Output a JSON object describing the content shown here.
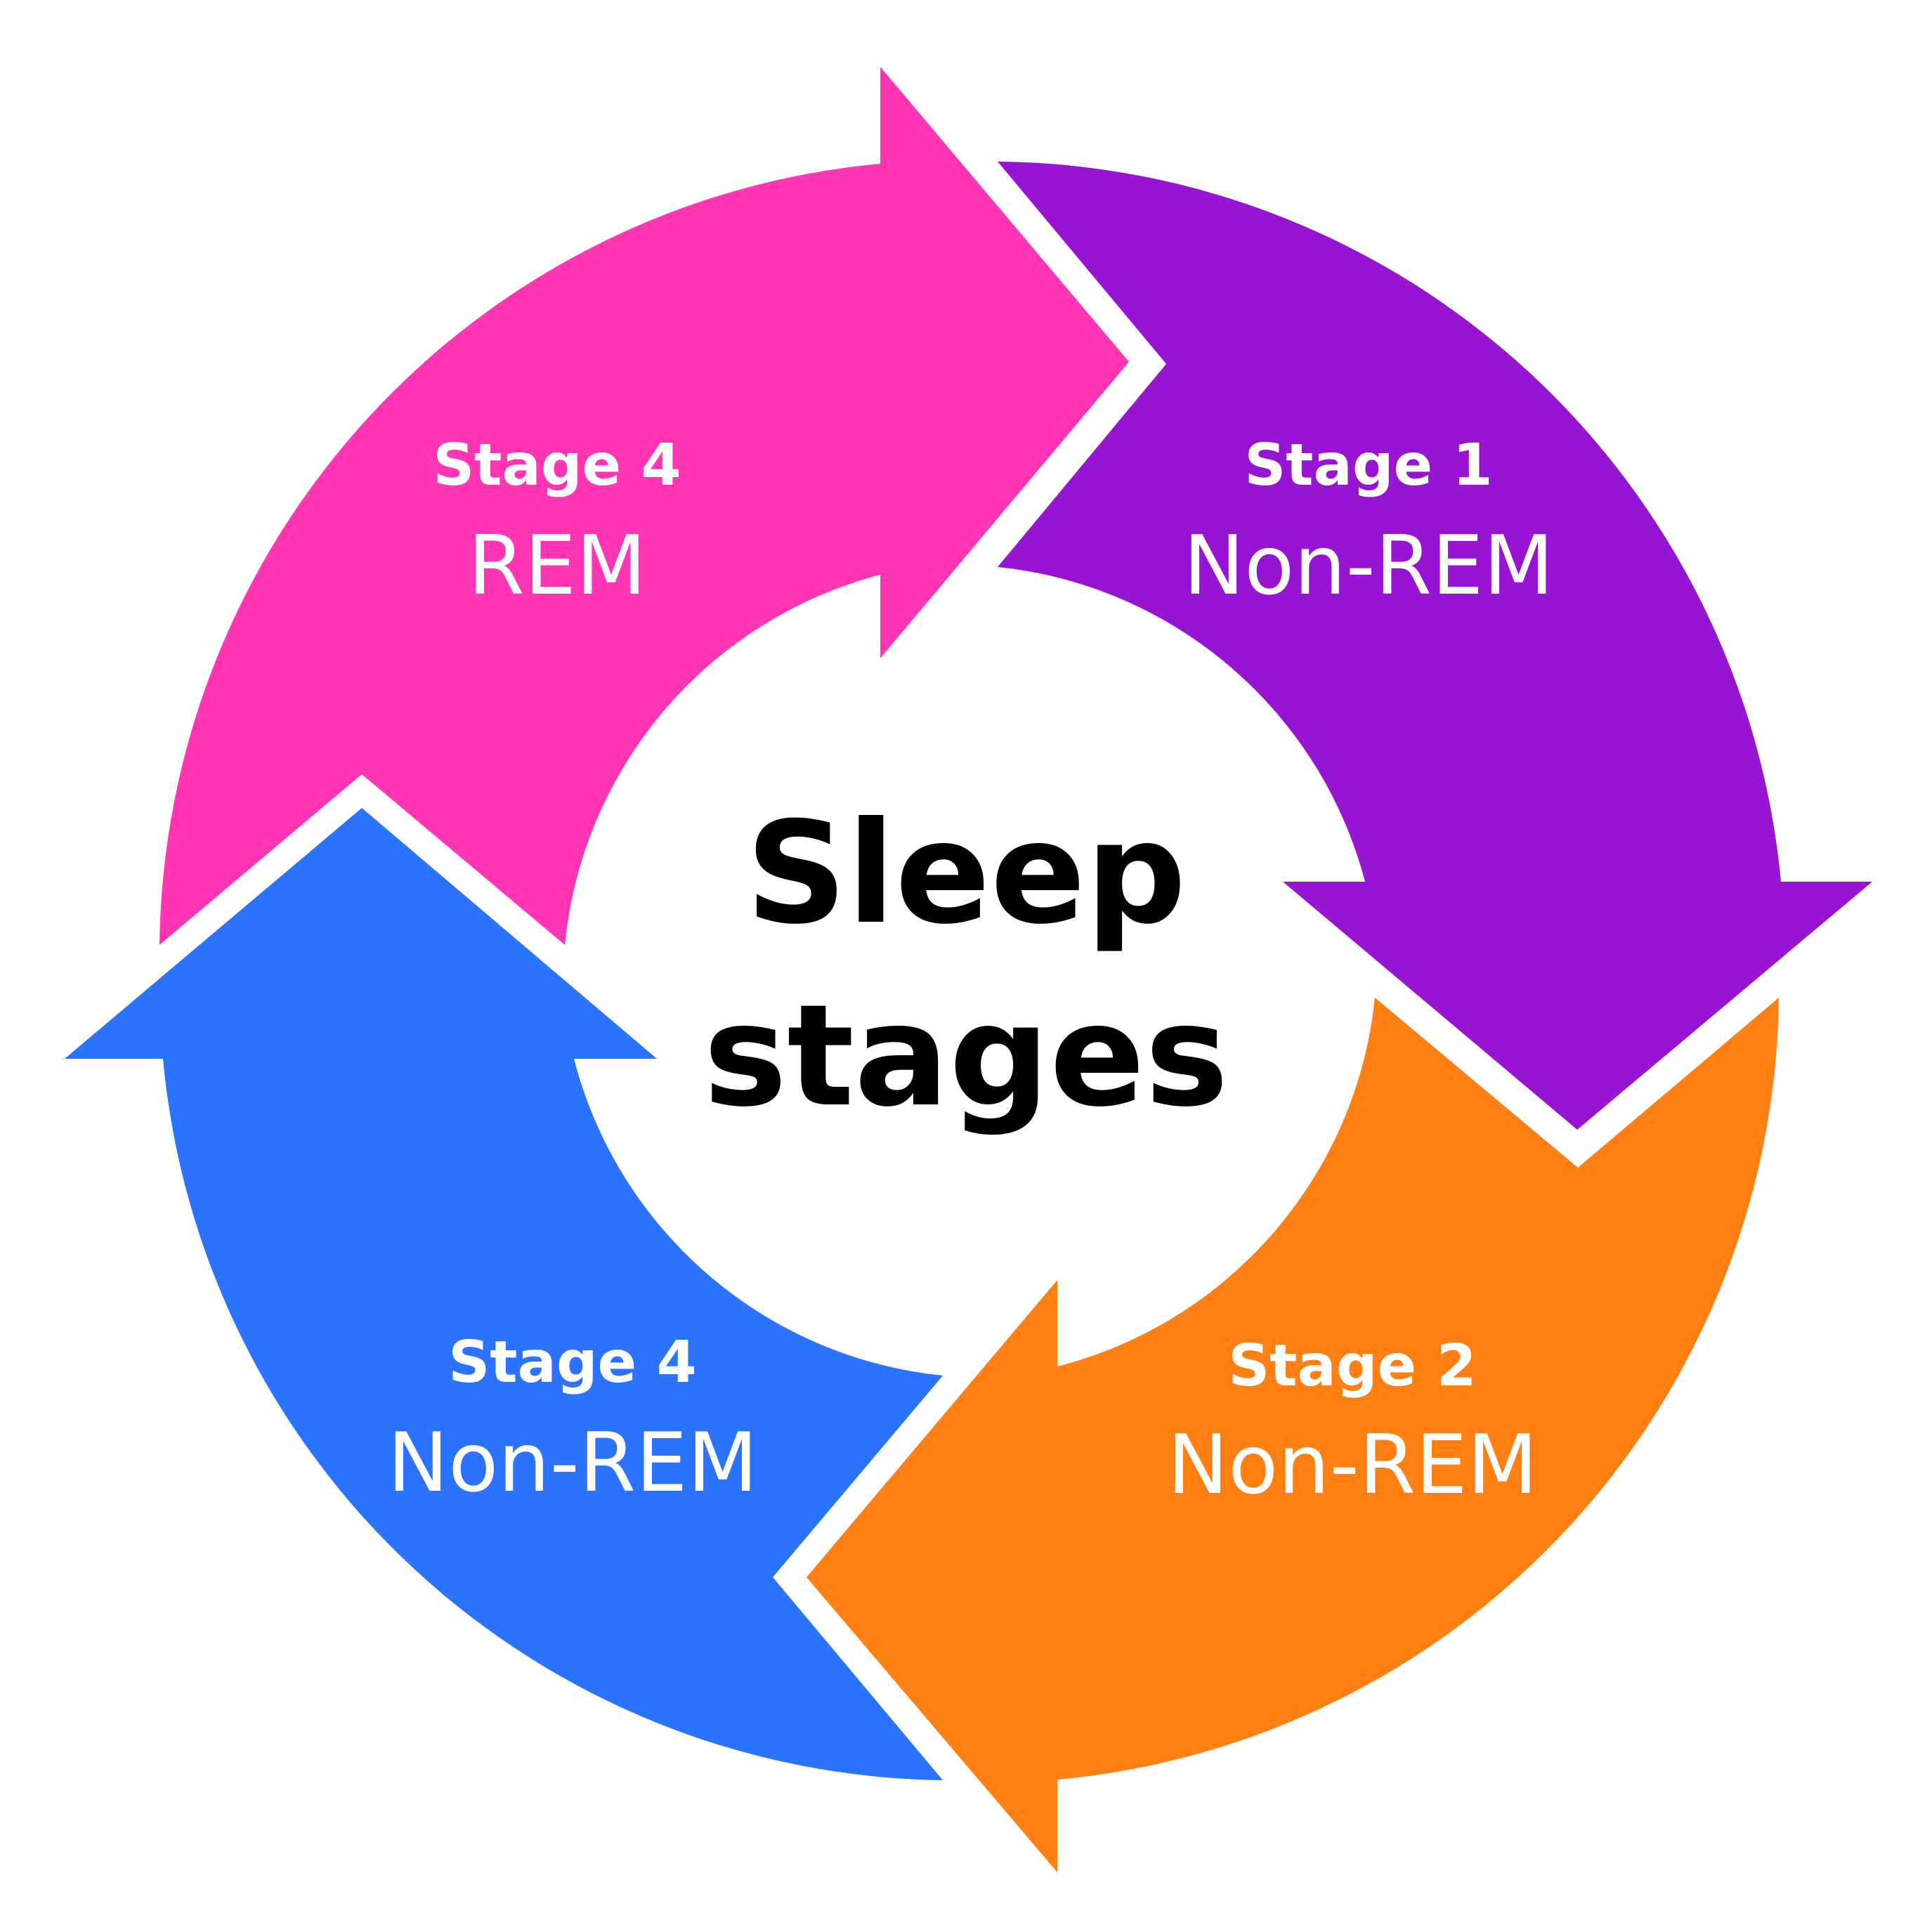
{
  "center": {
    "line1": "Sleep",
    "line2": "stages"
  },
  "segments": [
    {
      "id": "stage-1",
      "title": "Stage 1",
      "type": "Non-REM",
      "color": "#9614D2"
    },
    {
      "id": "stage-2",
      "title": "Stage 2",
      "type": "Non-REM",
      "color": "#FF7F12"
    },
    {
      "id": "stage-4-nonrem",
      "title": "Stage 4",
      "type": "Non-REM",
      "color": "#2B72FF"
    },
    {
      "id": "stage-4-rem",
      "title": "Stage 4",
      "type": "REM",
      "color": "#FF35B3"
    }
  ]
}
